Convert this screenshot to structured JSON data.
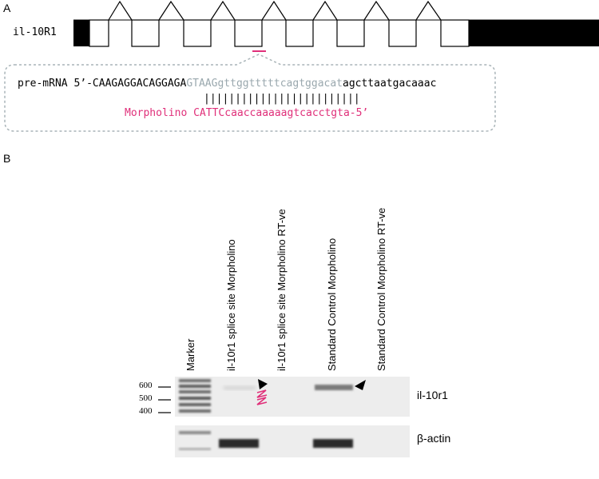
{
  "panel_a": {
    "label": "A",
    "gene_name": "il-10R1",
    "seq_prefix": "pre-mRNA 5’-",
    "seq_exon": "CAAGAGGACAGGAGA",
    "seq_intron_grey": "GTAAGgttggtttttcagtggacat",
    "seq_tail": "agcttaatgacaaac",
    "pairing": "|||||||||||||||||||||||||",
    "mo_label": "Morpholino",
    "mo_seq": "CATTCcaaccaaaaagtcacctgta-5’"
  },
  "panel_b": {
    "label": "B",
    "lanes": [
      "Marker",
      "il-10r1 splice site Morpholino",
      "il-10r1 splice site Morpholino RT-ve",
      "Standard Control Morpholino",
      "Standard Control Morpholino RT-ve"
    ],
    "marker_sizes": [
      "600",
      "500",
      "400"
    ],
    "gel_top_label": "il-10r1",
    "gel_bottom_label": "β-actin"
  },
  "colors": {
    "exon_fill": "#ffffff",
    "utr_fill": "#000000",
    "morpholino_magenta": "#e0307a",
    "intron_grey": "#9aa8ae",
    "callout_border": "#a9b4b8",
    "gel_background": "#ededed"
  }
}
